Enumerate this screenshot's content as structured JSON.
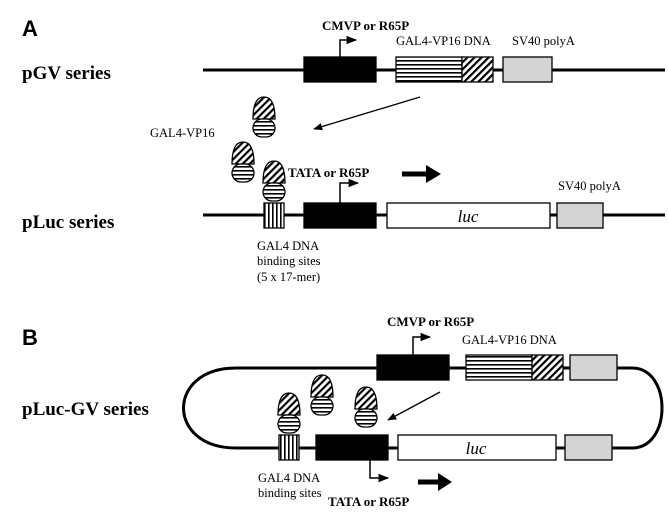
{
  "panel_a": {
    "letter": "A",
    "pgv": {
      "series_label": "pGV series",
      "promoter_label": "CMVP or R65P",
      "gene_label": "GAL4-VP16 DNA",
      "polya_label": "SV40 polyA"
    },
    "protein_label": "GAL4-VP16",
    "pluc": {
      "series_label": "pLuc series",
      "promoter_label": "TATA or R65P",
      "reporter_label": "luc",
      "polya_label": "SV40 polyA",
      "binding_sites_lines": [
        "GAL4 DNA",
        "binding sites",
        "(5 x 17-mer)"
      ]
    }
  },
  "panel_b": {
    "letter": "B",
    "series_label": "pLuc-GV series",
    "gv_promoter_label": "CMVP or R65P",
    "gene_label": "GAL4-VP16 DNA",
    "reporter_label": "luc",
    "luc_promoter_label": "TATA or R65P",
    "binding_sites_lines": [
      "GAL4 DNA",
      "binding sites"
    ]
  },
  "colors": {
    "line": "#000000",
    "promoter_fill": "#000000",
    "polya_fill": "#d4d4d4",
    "reporter_fill": "#ffffff"
  }
}
